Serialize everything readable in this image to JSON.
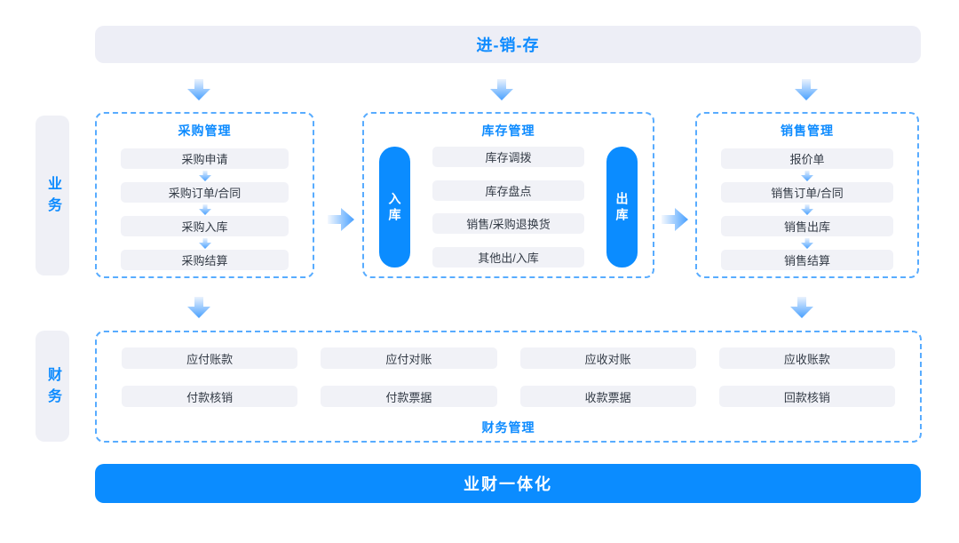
{
  "top_banner": {
    "label": "进-销-存"
  },
  "bottom_banner": {
    "label": "业财一体化"
  },
  "sidebar": {
    "business_label": "业务",
    "finance_label": "财务"
  },
  "purchase": {
    "title": "采购管理",
    "items": [
      "采购申请",
      "采购订单/合同",
      "采购入库",
      "采购结算"
    ]
  },
  "inventory": {
    "title": "库存管理",
    "inbound_label": "入库",
    "outbound_label": "出库",
    "items": [
      "库存调拨",
      "库存盘点",
      "销售/采购退换货",
      "其他出/入库"
    ]
  },
  "sales": {
    "title": "销售管理",
    "items": [
      "报价单",
      "销售订单/合同",
      "销售出库",
      "销售结算"
    ]
  },
  "finance": {
    "title": "财务管理",
    "row1": [
      "应付账款",
      "应付对账",
      "应收对账",
      "应收账款"
    ],
    "row2": [
      "付款核销",
      "付款票据",
      "收款票据",
      "回款核销"
    ]
  },
  "colors": {
    "accent_blue": "#0b8cff",
    "title_blue": "#0d8bff",
    "dashed_border": "#58acff",
    "top_banner_bg": "#edeef6",
    "item_bg": "#f1f2f7",
    "item_text": "#323a45",
    "sidebar_pill_bg": "#eff0f6",
    "arrow_gradient_start": "#eaf2fd",
    "arrow_gradient_end": "#48a0ff"
  }
}
